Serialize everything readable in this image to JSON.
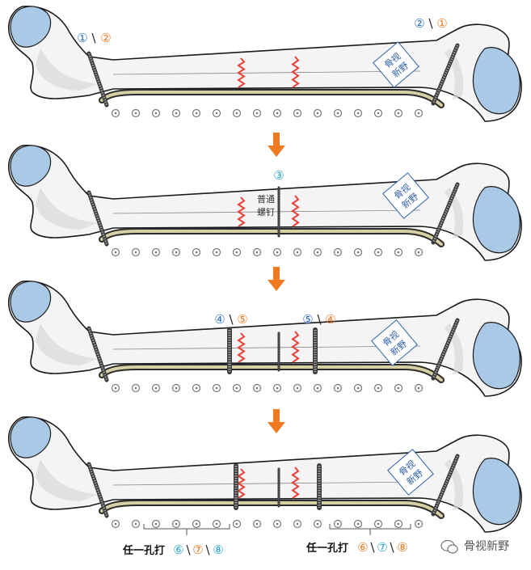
{
  "colors": {
    "bone_fill": "#f4f4f4",
    "bone_outline": "#1a1a1a",
    "cartilage": "#a9c9e6",
    "plate": "#d6cfa3",
    "plate_dark": "#2b2b2b",
    "fracture": "#e8413a",
    "screw": "#555555",
    "hole": "#777777",
    "arrow": "#ef7a22",
    "num_blue": "#2f6fc0",
    "num_orange": "#ef7a22",
    "num_cyan": "#2aa3cf",
    "watermark": "#2f5fa8"
  },
  "icons": {
    "arrow": "down-arrow-icon",
    "wechat": "wechat-icon",
    "screw": "screw-icon"
  },
  "panel_1": {
    "label_left_a": "①",
    "label_left_sep": "\\",
    "label_left_b": "②",
    "label_right_a": "②",
    "label_right_sep": "\\",
    "label_right_b": "①",
    "stamp_line1": "骨视",
    "stamp_line2": "新野"
  },
  "panel_2": {
    "label_center": "③",
    "screw_text_1": "普通",
    "screw_text_2": "螺钉",
    "stamp_line1": "骨视",
    "stamp_line2": "新野"
  },
  "panel_3": {
    "label_left_a": "④",
    "label_left_sep": "\\",
    "label_left_b": "⑤",
    "label_right_a": "⑤",
    "label_right_sep": "\\",
    "label_right_b": "④",
    "stamp_line1": "骨视",
    "stamp_line2": "新野"
  },
  "panel_4": {
    "stamp_line1": "骨视",
    "stamp_line2": "新野",
    "caption_left_text": "任一孔打",
    "caption_left_a": "⑥",
    "caption_left_b": "⑦",
    "caption_left_c": "⑧",
    "caption_right_text": "任一孔打",
    "caption_right_a": "⑥",
    "caption_right_b": "⑦",
    "caption_right_c": "⑧",
    "sep": "\\"
  },
  "footer": {
    "brand": "骨视新野"
  }
}
